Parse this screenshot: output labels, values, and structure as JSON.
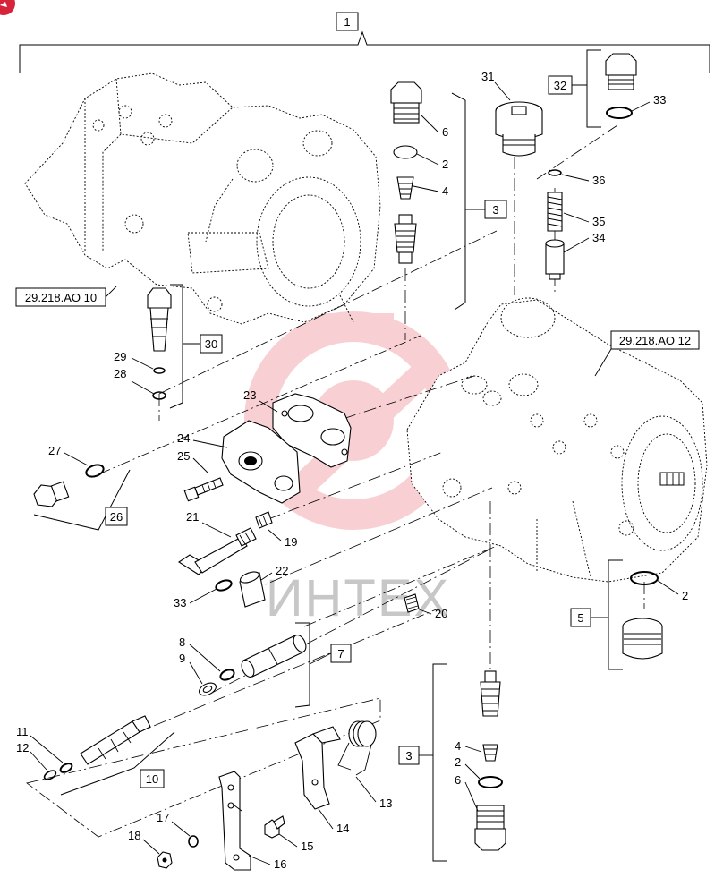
{
  "diagram": {
    "watermark_text": "ИНТЕХ",
    "reference_labels": {
      "ref_left": "29.218.AO 10",
      "ref_right": "29.218.AO 12"
    },
    "group_boxes": {
      "g1": "1",
      "g3a": "3",
      "g3b": "3",
      "g5": "5",
      "g7": "7",
      "g10": "10",
      "g26": "26",
      "g30": "30",
      "g32": "32"
    },
    "callouts": {
      "c2a": "2",
      "c4a": "4",
      "c6a": "6",
      "c31": "31",
      "c33a": "33",
      "c36": "36",
      "c35": "35",
      "c34": "34",
      "c29": "29",
      "c28": "28",
      "c23": "23",
      "c24": "24",
      "c25": "25",
      "c27": "27",
      "c21": "21",
      "c19": "19",
      "c22": "22",
      "c33b": "33",
      "c20": "20",
      "c2b": "2",
      "c8": "8",
      "c9": "9",
      "c11": "11",
      "c12": "12",
      "c4b": "4",
      "c2c": "2",
      "c6b": "6",
      "c13": "13",
      "c14": "14",
      "c17": "17",
      "c18": "18",
      "c15": "15",
      "c16": "16"
    }
  }
}
